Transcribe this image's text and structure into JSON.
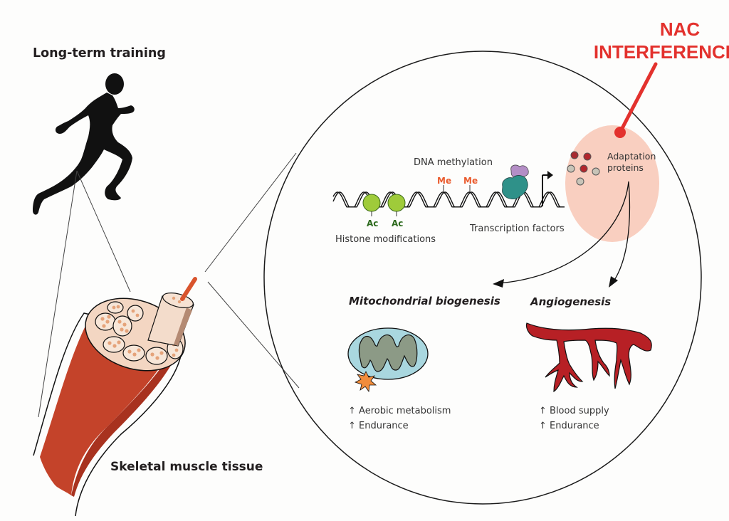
{
  "title_left": "Long-term training",
  "muscle_label": "Skeletal muscle tissue",
  "nac": {
    "line1": "NAC",
    "line2": "INTERFERENCE"
  },
  "epigenetics": {
    "dna_methylation": "DNA methylation",
    "methyl_mark": "Me",
    "acetyl_mark": "Ac",
    "histone_label": "Histone modifications",
    "tf_label": "Transcription factors"
  },
  "adaptation": {
    "line1": "Adaptation",
    "line2": "proteins"
  },
  "outcomes": {
    "mito": {
      "title": "Mitochondrial biogenesis",
      "effects": [
        "↑ Aerobic metabolism",
        "↑ Endurance"
      ]
    },
    "angio": {
      "title": "Angiogenesis",
      "effects": [
        "↑ Blood supply",
        "↑ Endurance"
      ]
    }
  },
  "colors": {
    "nac_red": "#e3312d",
    "muscle_red": "#c4432a",
    "vessel_red": "#b72025",
    "adaptation_fill": "#f9cfc0",
    "histone_green": "#9fcb3a",
    "ac_green": "#2e6b1f",
    "me_orange": "#ea5a2c",
    "tf_teal": "#2f9189",
    "tf_purple": "#b48ec6",
    "mito_blue": "#a9d7df",
    "mito_inner": "#8c9a86",
    "burst_orange": "#f08c3c"
  }
}
